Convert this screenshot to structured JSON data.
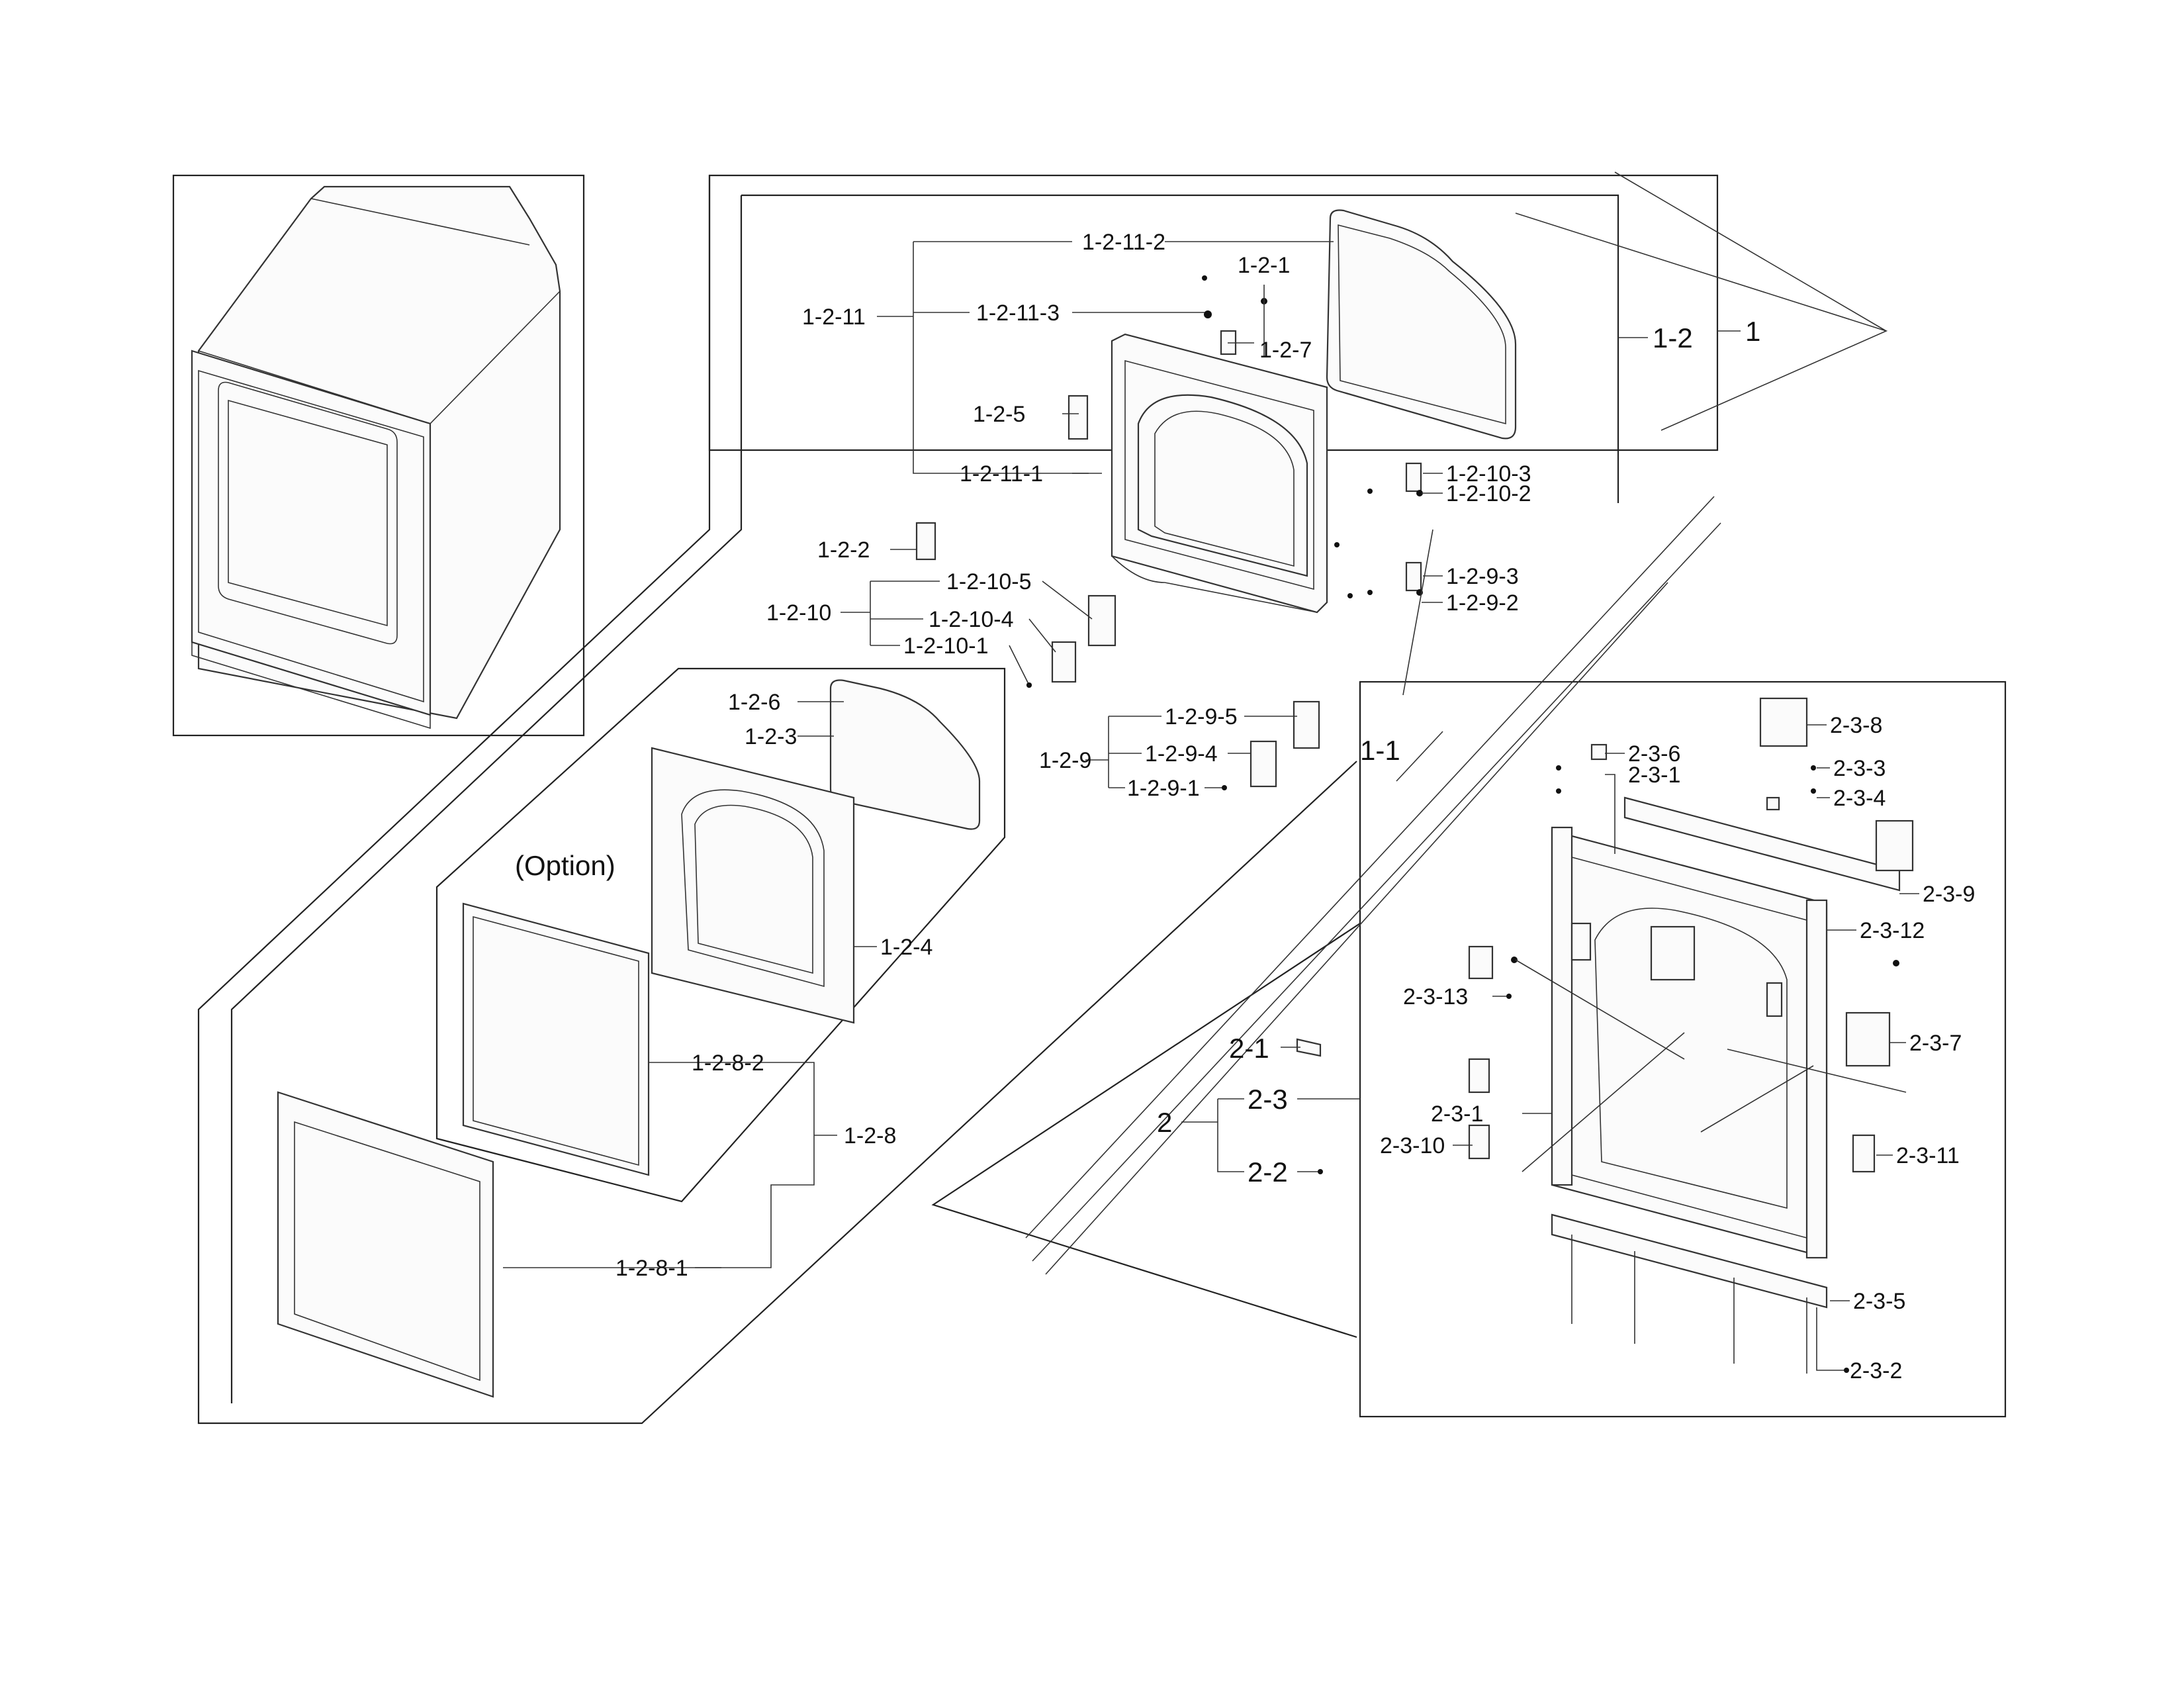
{
  "diagram": {
    "option_label": "(Option)",
    "callouts": {
      "p1_2_11_2": "1-2-11-2",
      "p1_2_1": "1-2-1",
      "p1_2_11_3": "1-2-11-3",
      "p1_2_7": "1-2-7",
      "p1_2_11": "1-2-11",
      "p1_2_5": "1-2-5",
      "p1_2_11_1": "1-2-11-1",
      "p1_2_2": "1-2-2",
      "p1_2_10_5": "1-2-10-5",
      "p1_2_10": "1-2-10",
      "p1_2_10_4": "1-2-10-4",
      "p1_2_10_1": "1-2-10-1",
      "p1": "1",
      "p1_2": "1-2",
      "p1_2_10_3": "1-2-10-3",
      "p1_2_10_2": "1-2-10-2",
      "p1_2_9_3": "1-2-9-3",
      "p1_2_9_2": "1-2-9-2",
      "p1_2_9_5": "1-2-9-5",
      "p1_2_9": "1-2-9",
      "p1_2_9_4": "1-2-9-4",
      "p1_2_9_1": "1-2-9-1",
      "p1_1": "1-1",
      "p1_2_6": "1-2-6",
      "p1_2_3": "1-2-3",
      "p1_2_4": "1-2-4",
      "p1_2_8_2": "1-2-8-2",
      "p1_2_8": "1-2-8",
      "p1_2_8_1": "1-2-8-1",
      "p2_3_8": "2-3-8",
      "p2_3_6": "2-3-6",
      "p2_3_1_top": "2-3-1",
      "p2_3_3": "2-3-3",
      "p2_3_4": "2-3-4",
      "p2_3_9": "2-3-9",
      "p2_3_12": "2-3-12",
      "p2_3_13": "2-3-13",
      "p2_3_7": "2-3-7",
      "p2_1": "2-1",
      "p2_3": "2-3",
      "p2": "2",
      "p2_3_1_bottom": "2-3-1",
      "p2_3_10": "2-3-10",
      "p2_3_11": "2-3-11",
      "p2_2": "2-2",
      "p2_3_5": "2-3-5",
      "p2_3_2": "2-3-2"
    }
  }
}
